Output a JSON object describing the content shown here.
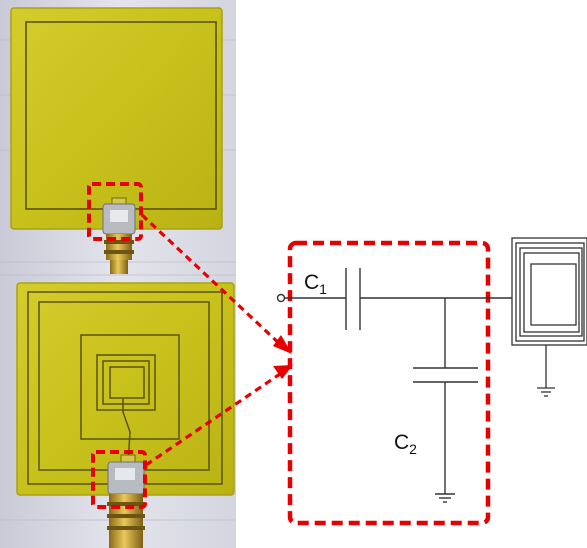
{
  "labels": {
    "c1_letter": "C",
    "c1_index": "1",
    "c2_letter": "C",
    "c2_index": "2"
  },
  "colors": {
    "paper": "#dedfe7",
    "pcb_base": "#c9c21c",
    "pcb_light": "#d8cf35",
    "pcb_trace": "#5a5210",
    "connector": "#c8a236",
    "highlight": "#e60000",
    "circuit_line": "#333333"
  }
}
